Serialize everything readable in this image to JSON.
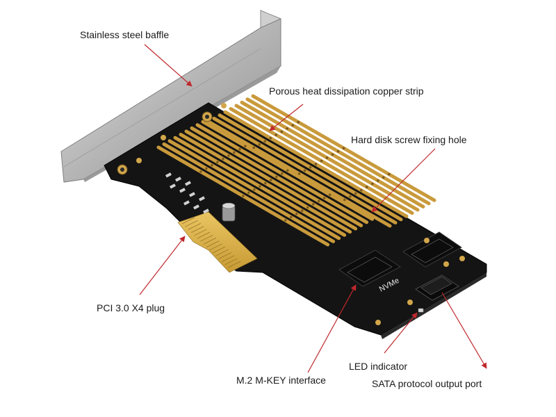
{
  "diagram": {
    "board_marking": "NVMe",
    "colors": {
      "arrow": "#c0282d",
      "pcb": "#141414",
      "copper": "#c99a3c",
      "gold_fingers": "#d8b04a",
      "bracket": "#bdbdbd"
    },
    "callouts": [
      {
        "id": "baffle",
        "label": "Stainless steel baffle"
      },
      {
        "id": "copper_strip",
        "label": "Porous heat dissipation copper strip"
      },
      {
        "id": "screw_hole",
        "label": "Hard disk screw fixing hole"
      },
      {
        "id": "pci_plug",
        "label": "PCI 3.0 X4 plug"
      },
      {
        "id": "led",
        "label": "LED indicator"
      },
      {
        "id": "m2_interface",
        "label": "M.2 M-KEY interface"
      },
      {
        "id": "sata_port",
        "label": "SATA protocol output port"
      }
    ]
  }
}
